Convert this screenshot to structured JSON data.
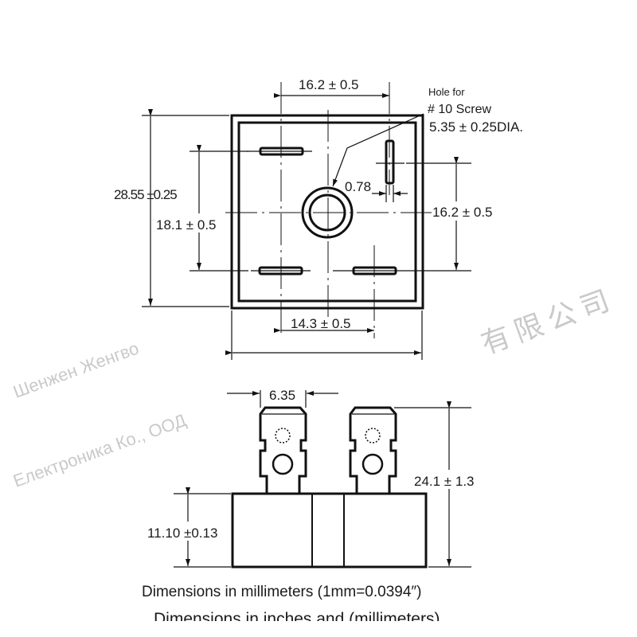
{
  "top_view": {
    "dim_top": "16.2 ± 0.5",
    "hole_note": [
      "Hole for",
      "# 10 Screw",
      "5.35 ± 0.25DIA."
    ],
    "dim_slot": "0.78",
    "dim_height": "28.55 ±0.25",
    "dim_pin_vertical_left": "18.1 ± 0.5",
    "dim_pin_vertical_right": "16.2 ± 0.5",
    "dim_bottom": "14.3 ± 0.5"
  },
  "side_view": {
    "dim_terminal_width": "6.35",
    "dim_total_height": "24.1 ± 1.3",
    "dim_body_height": "11.10 ±0.13"
  },
  "watermark": [
    "Шенжен Женгво",
    "Електроника Ко., ООД",
    "有限公司"
  ],
  "caption": "Dimensions in millimeters (1mm=0.0394″)",
  "caption_cut": "Dimensions in inches and (millimeters)"
}
